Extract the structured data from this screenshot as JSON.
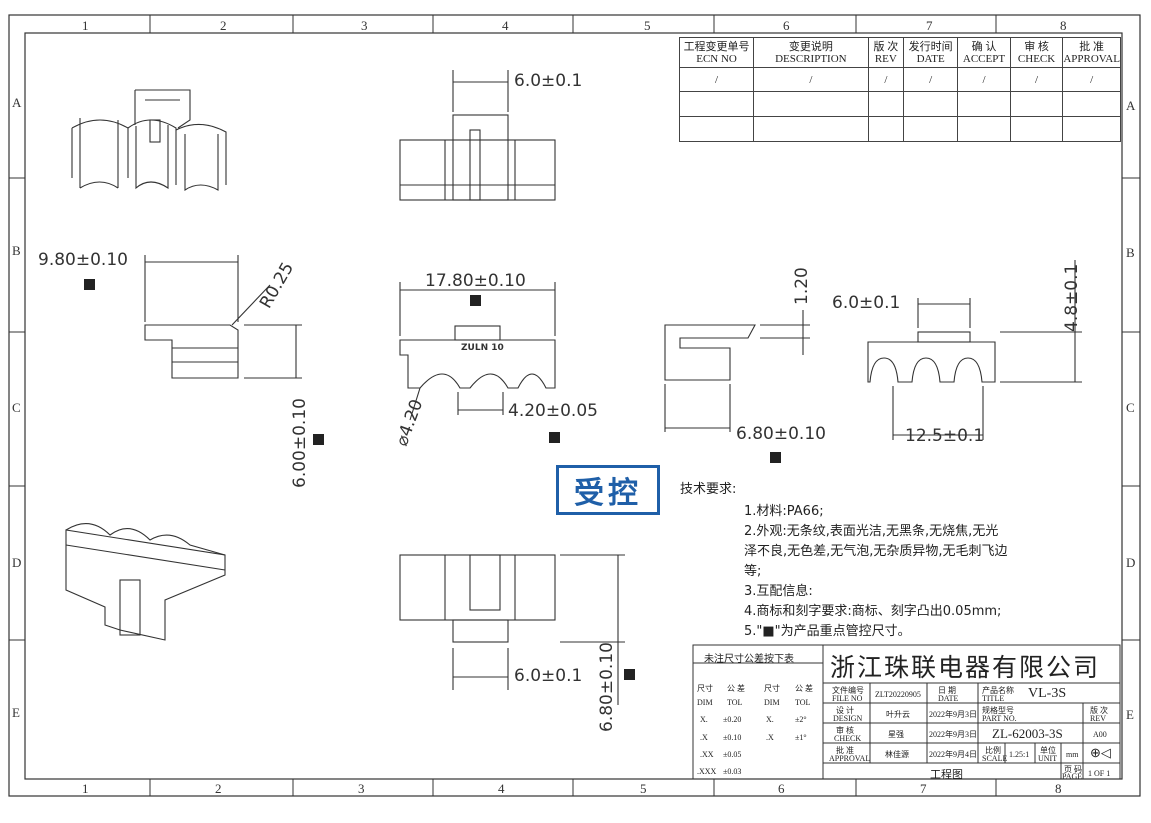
{
  "grid": {
    "columns": [
      "1",
      "2",
      "3",
      "4",
      "5",
      "6",
      "7",
      "8"
    ],
    "rows": [
      "A",
      "B",
      "C",
      "D",
      "E"
    ]
  },
  "revision_table": {
    "headers": [
      {
        "cn": "工程变更单号",
        "en": "ECN NO"
      },
      {
        "cn": "变更说明",
        "en": "DESCRIPTION"
      },
      {
        "cn": "版 次",
        "en": "REV"
      },
      {
        "cn": "发行时间",
        "en": "DATE"
      },
      {
        "cn": "确 认",
        "en": "ACCEPT"
      },
      {
        "cn": "审 核",
        "en": "CHECK"
      },
      {
        "cn": "批 准",
        "en": "APPROVAL"
      }
    ],
    "row1": [
      "/",
      "/",
      "/",
      "/",
      "/",
      "/",
      "/"
    ]
  },
  "dimensions": {
    "top_width": "6.0±0.1",
    "side_width": "9.80±0.10",
    "radius": "R0.25",
    "side_height": "6.00±0.10",
    "front_width": "17.80±0.10",
    "diameter": "⌀4.20",
    "pitch": "4.20±0.05",
    "front_mark": "ZULN 10",
    "right_height": "1.20",
    "right_width": "6.80±0.10",
    "end_width": "6.0±0.1",
    "end_height": "4.8±0.1",
    "end_span": "12.5±0.1",
    "bottom_width": "6.0±0.1",
    "bottom_height": "6.80±0.10"
  },
  "stamp": "受控",
  "notes": {
    "heading": "技术要求:",
    "items": [
      "1.材料:PA66;",
      "2.外观:无条纹,表面光洁,无黑条,无烧焦,无光",
      "泽不良,无色差,无气泡,无杂质异物,无毛刺飞边",
      "等;",
      "3.互配信息:",
      "4.商标和刻字要求:商标、刻字凸出0.05mm;",
      "5.\"■\"为产品重点管控尺寸。"
    ]
  },
  "tolerance_table": {
    "title": "未注尺寸公差按下表",
    "col1_head": [
      "尺寸",
      "DIM"
    ],
    "col2_head": [
      "公 差",
      "TOL"
    ],
    "col3_head": [
      "尺寸",
      "DIM"
    ],
    "col4_head": [
      "公 差",
      "TOL"
    ],
    "rows": [
      [
        "X.",
        "±0.20",
        "X.",
        "±2°"
      ],
      [
        ".X",
        "±0.10",
        ".X",
        "±1°"
      ],
      [
        ".XX",
        "±0.05",
        "",
        ""
      ],
      [
        ".XXX",
        "±0.03",
        "",
        ""
      ]
    ]
  },
  "title_block": {
    "company": "浙江珠联电器有限公司",
    "file_no_label_cn": "文件编号",
    "file_no_label_en": "FILE NO",
    "file_no": "ZLT20220905",
    "date_label_cn": "日 期",
    "date_label_en": "DATE",
    "title_label_cn": "产品名称",
    "title_label_en": "TITLE",
    "title": "VL-3S",
    "design_label_cn": "设 计",
    "design_label_en": "DESIGN",
    "designer": "叶升云",
    "design_date": "2022年9月3日",
    "part_label_cn": "规格型号",
    "part_label_en": "PART NO.",
    "part_no": "ZL-62003-3S",
    "rev_label_cn": "版 次",
    "rev_label_en": "REV",
    "rev": "A00",
    "check_label_cn": "审 核",
    "check_label_en": "CHECK",
    "checker": "星强",
    "check_date": "2022年9月3日",
    "approval_label_cn": "批 准",
    "approval_label_en": "APPROVAL",
    "approver": "林佳源",
    "approval_date": "2022年9月4日",
    "scale_label_cn": "比例",
    "scale_label_en": "SCALE",
    "scale": "1.25:1",
    "unit_label_cn": "单位",
    "unit_label_en": "UNIT",
    "unit": "mm",
    "drawing_label": "工程图",
    "page_label_cn": "页 码",
    "page_label_en": "PAGE",
    "page": "1 OF 1"
  }
}
